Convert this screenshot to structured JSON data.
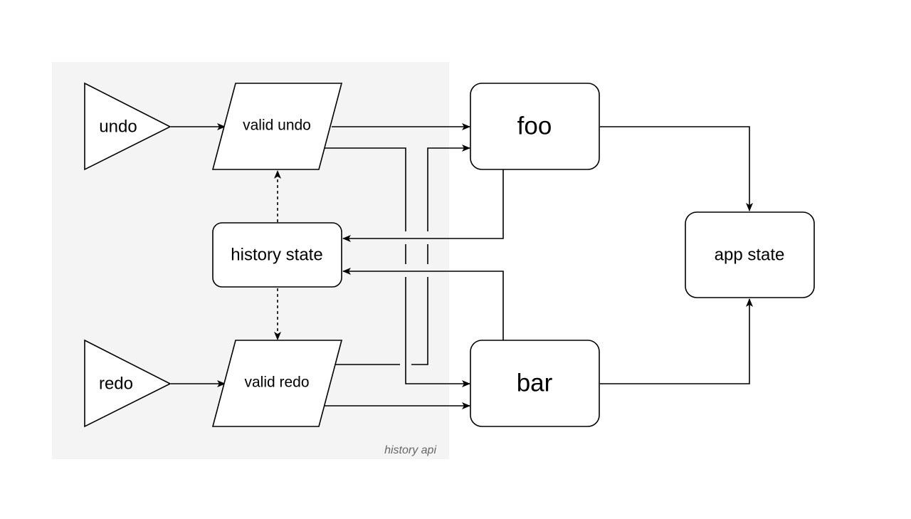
{
  "diagram": {
    "group": {
      "label": "history api",
      "fill": "#f4f4f4"
    },
    "nodes": {
      "undo": {
        "label": "undo",
        "shape": "triangle"
      },
      "redo": {
        "label": "redo",
        "shape": "triangle"
      },
      "valid_undo": {
        "label": "valid undo",
        "shape": "parallelogram"
      },
      "valid_redo": {
        "label": "valid redo",
        "shape": "parallelogram"
      },
      "history_state": {
        "label": "history state",
        "shape": "rounded-rectangle"
      },
      "foo": {
        "label": "foo",
        "shape": "rounded-rectangle"
      },
      "bar": {
        "label": "bar",
        "shape": "rounded-rectangle"
      },
      "app_state": {
        "label": "app state",
        "shape": "rounded-rectangle"
      }
    },
    "edges": [
      {
        "from": "undo",
        "to": "valid_undo",
        "style": "solid"
      },
      {
        "from": "redo",
        "to": "valid_redo",
        "style": "solid"
      },
      {
        "from": "valid_undo",
        "to": "foo",
        "style": "solid"
      },
      {
        "from": "valid_undo",
        "to": "bar",
        "style": "solid"
      },
      {
        "from": "valid_redo",
        "to": "foo",
        "style": "solid"
      },
      {
        "from": "valid_redo",
        "to": "bar",
        "style": "solid"
      },
      {
        "from": "foo",
        "to": "history_state",
        "style": "solid"
      },
      {
        "from": "bar",
        "to": "history_state",
        "style": "solid"
      },
      {
        "from": "history_state",
        "to": "valid_undo",
        "style": "dashed"
      },
      {
        "from": "history_state",
        "to": "valid_redo",
        "style": "dashed"
      },
      {
        "from": "foo",
        "to": "app_state",
        "style": "solid"
      },
      {
        "from": "bar",
        "to": "app_state",
        "style": "solid"
      }
    ],
    "stroke_color": "#000000"
  }
}
